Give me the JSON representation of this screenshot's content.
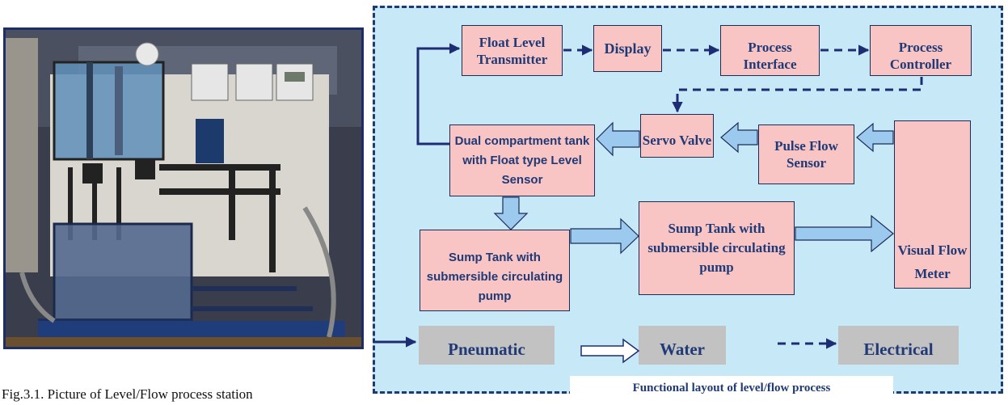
{
  "caption": "Fig.3.1. Picture of Level/Flow process station",
  "diagram": {
    "nodes": {
      "float_level_transmitter": "Float Level Transmitter",
      "display": "Display",
      "process_interface": "Process Interface",
      "process_controller": "Process Controller",
      "dual_tank": "Dual compartment tank with Float type Level Sensor",
      "servo_valve": "Servo Valve",
      "pulse_flow_sensor": "Pulse Flow Sensor",
      "sump_tank_left": "Sump Tank with submersible circulating pump",
      "sump_tank_mid": "Sump Tank with submersible circulating pump",
      "visual_flow_meter": "Visual Flow Meter"
    },
    "legend": {
      "pneumatic": "Pneumatic",
      "water": "Water",
      "electrical": "Electrical"
    },
    "title": "Functional layout of level/flow process"
  },
  "colors": {
    "panel_bg": "#c7e8f7",
    "node_fill": "#f8c4c4",
    "node_text": "#1f3a76",
    "line": "#1d2d73",
    "water_arrow": "#9ccaef",
    "legend_box": "#c2c2c2"
  }
}
